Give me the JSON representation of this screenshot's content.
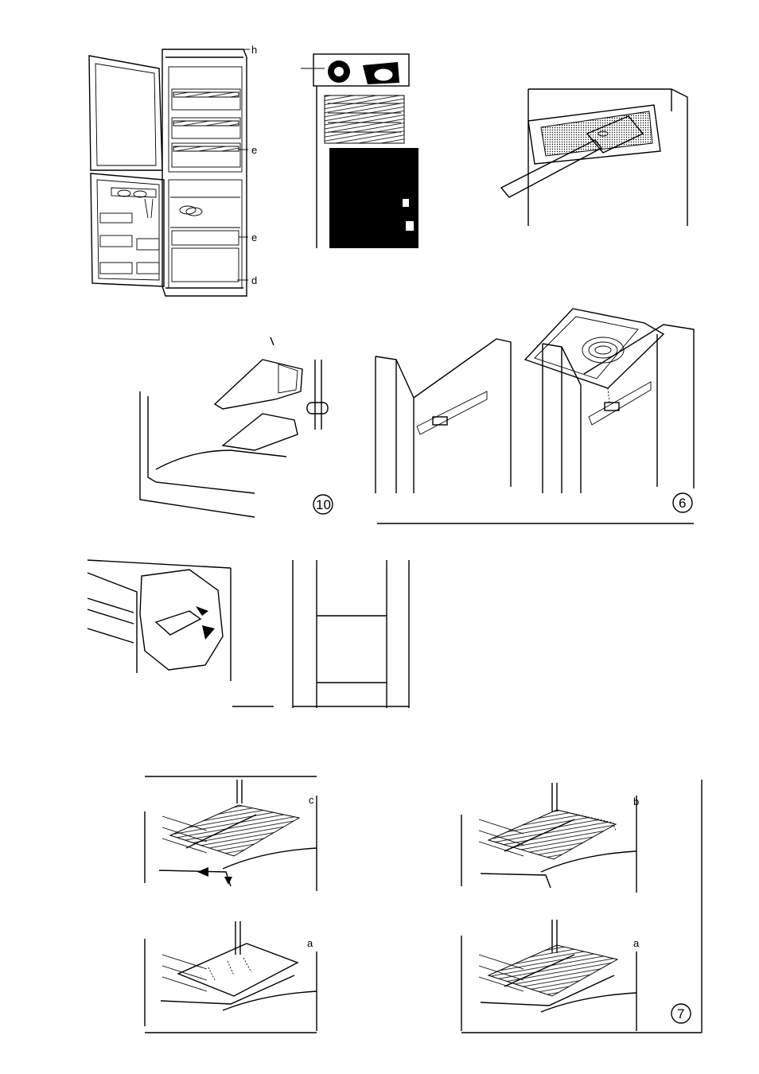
{
  "page": {
    "title": "",
    "figures": [
      {
        "id": "fridge-overview",
        "labels": [
          "h",
          "e",
          "e",
          "d"
        ]
      },
      {
        "id": "compressor-back",
        "labels": []
      },
      {
        "id": "scraper-top",
        "labels": []
      },
      {
        "id": "lamp-cover",
        "number": "10"
      },
      {
        "id": "top-hinges",
        "number": "6"
      },
      {
        "id": "door-seal-detail",
        "labels": []
      },
      {
        "id": "shelf-left-c",
        "letter": "c"
      },
      {
        "id": "shelf-left-a",
        "letter": "a"
      },
      {
        "id": "shelf-right-b",
        "letter": "b"
      },
      {
        "id": "shelf-right-a",
        "letter": "a",
        "number": "7"
      }
    ]
  }
}
